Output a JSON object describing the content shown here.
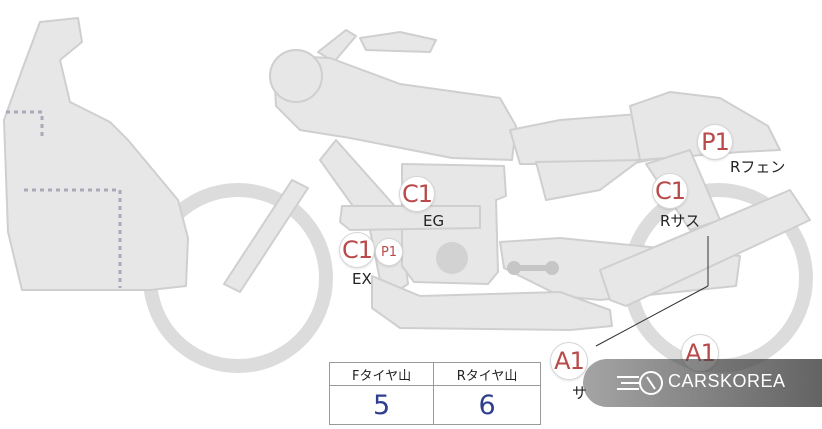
{
  "markers": [
    {
      "id": "p1-rear-fender",
      "text": "P1",
      "label": "Rフェン"
    },
    {
      "id": "c1-rear-suspension",
      "text": "C1",
      "label": "Rサス"
    },
    {
      "id": "c1-engine",
      "text": "C1",
      "label": "EG"
    },
    {
      "id": "c1-exhaust",
      "text": "C1",
      "label": "EX"
    },
    {
      "id": "p1-exhaust",
      "text": "P1",
      "label": ""
    },
    {
      "id": "a1-left",
      "text": "A1",
      "label": "サ"
    },
    {
      "id": "a1-right",
      "text": "A1",
      "label": ""
    }
  ],
  "tire_table": {
    "headers": [
      "Fタイヤ山",
      "Rタイヤ山"
    ],
    "values": [
      "5",
      "6"
    ]
  },
  "watermark": {
    "text": "CARSKOREA"
  },
  "colors": {
    "outline": "#d0d0d0",
    "fill": "#e6e6e6",
    "marker_text": "#b94a4a",
    "table_value": "#2f3f8f"
  }
}
